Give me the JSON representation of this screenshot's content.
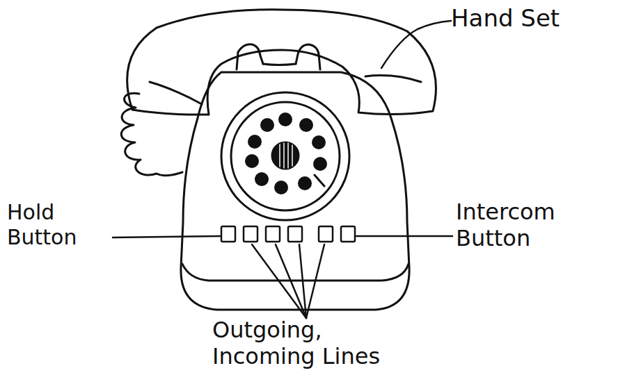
{
  "diagram": {
    "labels": [
      "Hand Set",
      "Hold Button",
      "Intercom Button",
      "Outgoing, Incoming Lines"
    ]
  }
}
